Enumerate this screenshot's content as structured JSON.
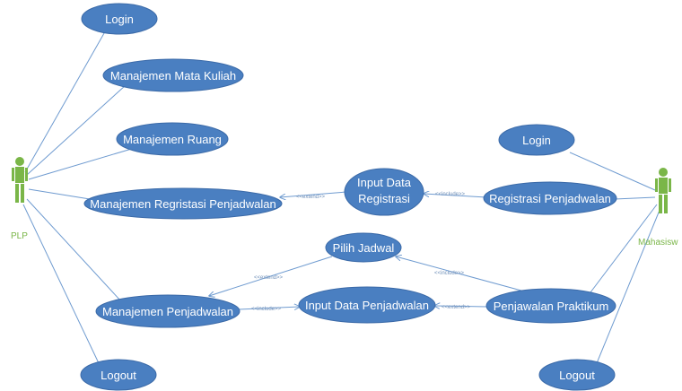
{
  "colors": {
    "usecase_fill": "#4a7fc1",
    "usecase_stroke": "#3b6aa8",
    "line": "#6f9bd0",
    "actor": "#7ab648",
    "label_text": "#ffffff",
    "relation_text": "#6f8fb8"
  },
  "actors": {
    "plp": {
      "label": "PLP",
      "icon": "stick-figure"
    },
    "mahasiswa": {
      "label": "Mahasisw",
      "icon": "stick-figure"
    }
  },
  "usecases": {
    "login_plp": {
      "label": "Login"
    },
    "manajemen_mata_kuliah": {
      "label": "Manajemen Mata Kuliah"
    },
    "manajemen_ruang": {
      "label": "Manajemen Ruang"
    },
    "manajemen_regristasi": {
      "label": "Manajemen Regristasi Penjadwalan"
    },
    "manajemen_penjadwalan": {
      "label": "Manajemen Penjadwalan"
    },
    "logout_plp": {
      "label": "Logout"
    },
    "input_data_registrasi": {
      "line1": "Input Data",
      "line2": "Registrasi"
    },
    "pilih_jadwal": {
      "label": "Pilih Jadwal"
    },
    "input_data_penjadwalan": {
      "label": "Input Data Penjadwalan"
    },
    "login_mhs": {
      "label": "Login"
    },
    "registrasi_penjadwalan": {
      "label": "Registrasi Penjadwalan"
    },
    "penjawalan_praktikum": {
      "label": "Penjawalan Praktikum"
    },
    "logout_mhs": {
      "label": "Logout"
    }
  },
  "relations": {
    "extend_registrasi": "<<extend>>",
    "include_registrasi": "<<include>>",
    "extend_pilih": "<<extend>>",
    "include_pilih": "<<include>>",
    "include_input_penjadwalan": "<<include>>",
    "extend_input_penjadwalan": "<<extend>>"
  }
}
